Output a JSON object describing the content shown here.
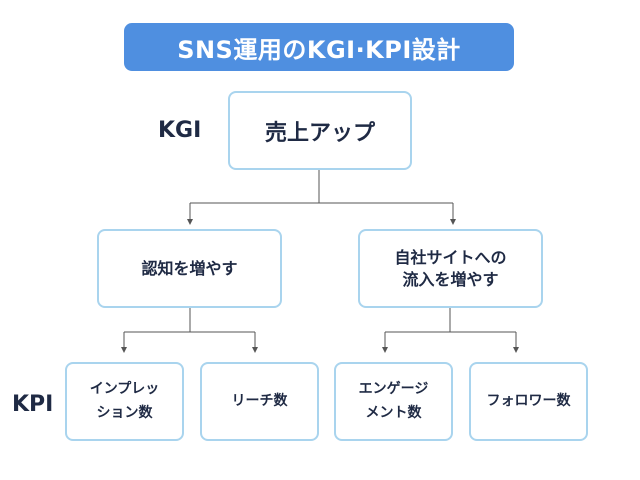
{
  "title": "SNS運用のKGI·KPI設計",
  "labels": {
    "kgi": "KGI",
    "kpi": "KPI"
  },
  "nodes": {
    "kgi": "売上アップ",
    "awareness": "認知を増やす",
    "traffic": "自社サイトへの\n流入を増やす",
    "impressions": "インプレッ\nション数",
    "reach": "リーチ数",
    "engagements": "エンゲージ\nメント数",
    "followers": "フォロワー数"
  },
  "colors": {
    "title_bg": "#4f8fe0",
    "node_border": "#a9d4ee",
    "text": "#1f2a44",
    "connector": "#555555"
  }
}
